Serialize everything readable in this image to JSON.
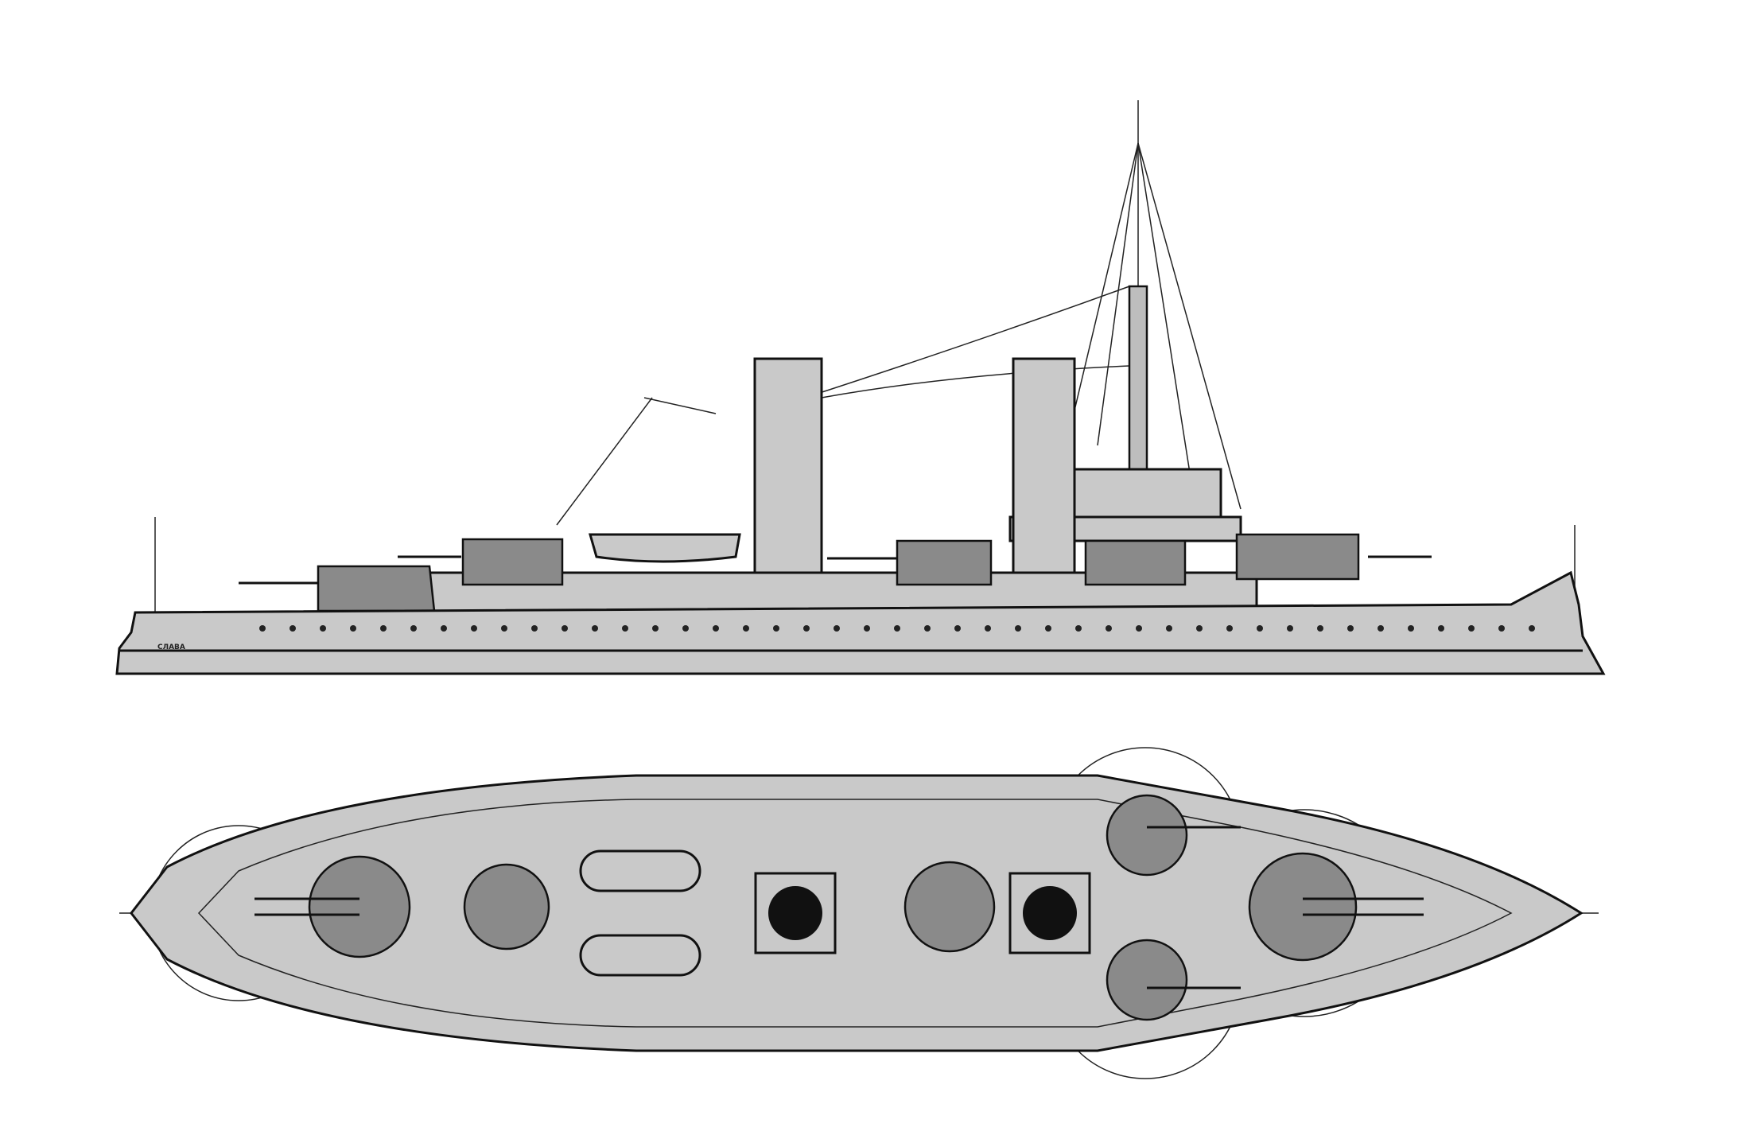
{
  "drawing": {
    "stern_name": "СЛАВА",
    "views": [
      "side-profile",
      "plan-view"
    ],
    "colors": {
      "hull": "#c9c9c9",
      "turret": "#8a8a8a",
      "line": "#111111"
    }
  }
}
